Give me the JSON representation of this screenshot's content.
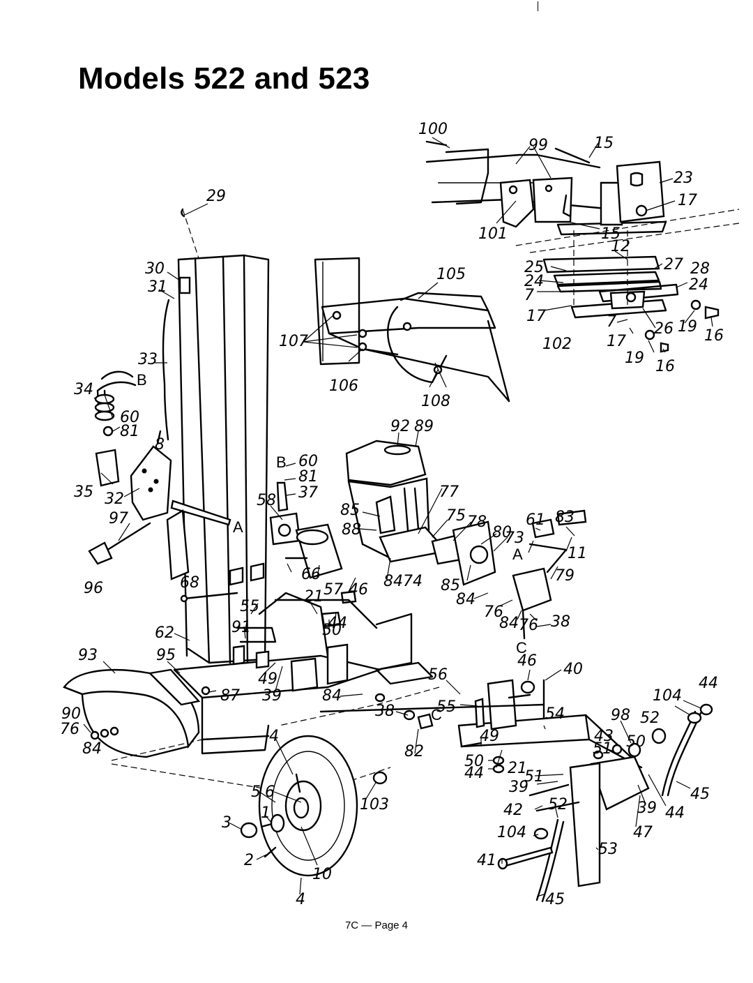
{
  "title": "Models 522 and 523",
  "footer": "7C — Page 4",
  "labels": [
    {
      "id": "l100",
      "text": "100"
    },
    {
      "id": "l99",
      "text": "99"
    },
    {
      "id": "l15a",
      "text": "15"
    },
    {
      "id": "l23",
      "text": "23"
    },
    {
      "id": "l17a",
      "text": "17"
    },
    {
      "id": "l101",
      "text": "101"
    },
    {
      "id": "l15b",
      "text": "15"
    },
    {
      "id": "l12",
      "text": "12"
    },
    {
      "id": "l25",
      "text": "25"
    },
    {
      "id": "l27",
      "text": "27"
    },
    {
      "id": "l28",
      "text": "28"
    },
    {
      "id": "l24a",
      "text": "24"
    },
    {
      "id": "l24b",
      "text": "24"
    },
    {
      "id": "l7a",
      "text": "7"
    },
    {
      "id": "l17b",
      "text": "17"
    },
    {
      "id": "l7b",
      "text": "7"
    },
    {
      "id": "l26",
      "text": "26"
    },
    {
      "id": "l19a",
      "text": "19"
    },
    {
      "id": "l16a",
      "text": "16"
    },
    {
      "id": "l102",
      "text": "102"
    },
    {
      "id": "l17c",
      "text": "17"
    },
    {
      "id": "l19b",
      "text": "19"
    },
    {
      "id": "l16b",
      "text": "16"
    },
    {
      "id": "l29",
      "text": "29"
    },
    {
      "id": "l105",
      "text": "105"
    },
    {
      "id": "l30",
      "text": "30"
    },
    {
      "id": "l31",
      "text": "31"
    },
    {
      "id": "l107",
      "text": "107"
    },
    {
      "id": "l33",
      "text": "33"
    },
    {
      "id": "l106",
      "text": "106"
    },
    {
      "id": "l108",
      "text": "108"
    },
    {
      "id": "l34",
      "text": "34"
    },
    {
      "id": "lB1",
      "text": "B"
    },
    {
      "id": "l60a",
      "text": "60"
    },
    {
      "id": "l81a",
      "text": "81"
    },
    {
      "id": "l8",
      "text": "8"
    },
    {
      "id": "l92",
      "text": "92"
    },
    {
      "id": "l89",
      "text": "89"
    },
    {
      "id": "l35",
      "text": "35"
    },
    {
      "id": "l32",
      "text": "32"
    },
    {
      "id": "lB2",
      "text": "B"
    },
    {
      "id": "l60b",
      "text": "60"
    },
    {
      "id": "l81b",
      "text": "81"
    },
    {
      "id": "l37",
      "text": "37"
    },
    {
      "id": "l58",
      "text": "58"
    },
    {
      "id": "l85a",
      "text": "85"
    },
    {
      "id": "l77",
      "text": "77"
    },
    {
      "id": "l97",
      "text": "97"
    },
    {
      "id": "lA1",
      "text": "A"
    },
    {
      "id": "l88",
      "text": "88"
    },
    {
      "id": "l75",
      "text": "75"
    },
    {
      "id": "l78",
      "text": "78"
    },
    {
      "id": "l80",
      "text": "80"
    },
    {
      "id": "l73",
      "text": "73"
    },
    {
      "id": "l61",
      "text": "61"
    },
    {
      "id": "l83",
      "text": "83"
    },
    {
      "id": "lA2",
      "text": "A"
    },
    {
      "id": "l11",
      "text": "11"
    },
    {
      "id": "l96",
      "text": "96"
    },
    {
      "id": "l68",
      "text": "68"
    },
    {
      "id": "l66",
      "text": "66"
    },
    {
      "id": "l57",
      "text": "57"
    },
    {
      "id": "l46a",
      "text": "46"
    },
    {
      "id": "l84a",
      "text": "84"
    },
    {
      "id": "l74",
      "text": "74"
    },
    {
      "id": "l85b",
      "text": "85"
    },
    {
      "id": "l79",
      "text": "79"
    },
    {
      "id": "l55a",
      "text": "55"
    },
    {
      "id": "l21a",
      "text": "21"
    },
    {
      "id": "l84b",
      "text": "84"
    },
    {
      "id": "l62",
      "text": "62"
    },
    {
      "id": "l91",
      "text": "91"
    },
    {
      "id": "l50a",
      "text": "50"
    },
    {
      "id": "l44a",
      "text": "44"
    },
    {
      "id": "l76a",
      "text": "76"
    },
    {
      "id": "l84c",
      "text": "84"
    },
    {
      "id": "l76b",
      "text": "76"
    },
    {
      "id": "l38a",
      "text": "38"
    },
    {
      "id": "l93",
      "text": "93"
    },
    {
      "id": "l95",
      "text": "95"
    },
    {
      "id": "lC1",
      "text": "C"
    },
    {
      "id": "l46b",
      "text": "46"
    },
    {
      "id": "l40",
      "text": "40"
    },
    {
      "id": "l56",
      "text": "56"
    },
    {
      "id": "l49a",
      "text": "49"
    },
    {
      "id": "l87",
      "text": "87"
    },
    {
      "id": "l39a",
      "text": "39"
    },
    {
      "id": "l84d",
      "text": "84"
    },
    {
      "id": "l44b",
      "text": "44"
    },
    {
      "id": "l104a",
      "text": "104"
    },
    {
      "id": "l55b",
      "text": "55"
    },
    {
      "id": "l54",
      "text": "54"
    },
    {
      "id": "l98",
      "text": "98"
    },
    {
      "id": "l52a",
      "text": "52"
    },
    {
      "id": "l90",
      "text": "90"
    },
    {
      "id": "l76c",
      "text": "76"
    },
    {
      "id": "l38b",
      "text": "38"
    },
    {
      "id": "lC2",
      "text": "C"
    },
    {
      "id": "l49b",
      "text": "49"
    },
    {
      "id": "l43",
      "text": "43"
    },
    {
      "id": "l50b",
      "text": "50"
    },
    {
      "id": "l84e",
      "text": "84"
    },
    {
      "id": "l4a",
      "text": "4"
    },
    {
      "id": "l82",
      "text": "82"
    },
    {
      "id": "l51a",
      "text": "51"
    },
    {
      "id": "l50c",
      "text": "50"
    },
    {
      "id": "l44c",
      "text": "44"
    },
    {
      "id": "l21b",
      "text": "21"
    },
    {
      "id": "l51b",
      "text": "51"
    },
    {
      "id": "l39b",
      "text": "39"
    },
    {
      "id": "l5",
      "text": "5"
    },
    {
      "id": "l6",
      "text": "6"
    },
    {
      "id": "l103",
      "text": "103"
    },
    {
      "id": "l42",
      "text": "42"
    },
    {
      "id": "l52b",
      "text": "52"
    },
    {
      "id": "l39c",
      "text": "39"
    },
    {
      "id": "l44d",
      "text": "44"
    },
    {
      "id": "l45a",
      "text": "45"
    },
    {
      "id": "l1",
      "text": "1"
    },
    {
      "id": "l3",
      "text": "3"
    },
    {
      "id": "l104b",
      "text": "104"
    },
    {
      "id": "l47",
      "text": "47"
    },
    {
      "id": "l2",
      "text": "2"
    },
    {
      "id": "l41",
      "text": "41"
    },
    {
      "id": "l53",
      "text": "53"
    },
    {
      "id": "l10",
      "text": "10"
    },
    {
      "id": "l4b",
      "text": "4"
    },
    {
      "id": "l45b",
      "text": "45"
    }
  ]
}
